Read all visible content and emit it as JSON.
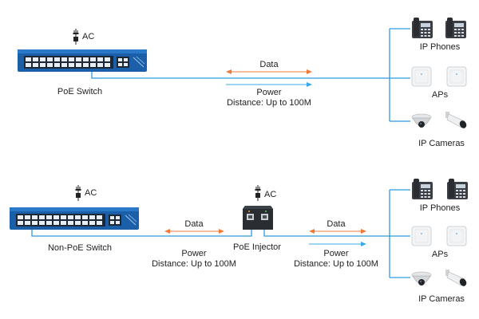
{
  "colors": {
    "line": "#2e9ae0",
    "data_arrow": "#f07a3a",
    "power_arrow": "#3aa8e8",
    "switch_body": "#1a5fa8",
    "switch_dark": "#1d2836"
  },
  "top": {
    "ac_label": "AC",
    "switch_label": "PoE Switch",
    "data_label": "Data",
    "power_label": "Power",
    "distance_label": "Distance: Up to 100M"
  },
  "bottom": {
    "ac_label": "AC",
    "switch_label": "Non-PoE Switch",
    "data_left_label": "Data",
    "power_left_label": "Power",
    "distance_left_label": "Distance: Up to 100M",
    "injector_ac_label": "AC",
    "injector_label": "PoE Injector",
    "data_right_label": "Data",
    "power_right_label": "Power",
    "distance_right_label": "Distance: Up to 100M"
  },
  "devices_top": {
    "phones_label": "IP Phones",
    "aps_label": "APs",
    "cameras_label": "IP Cameras"
  },
  "devices_bottom": {
    "phones_label": "IP Phones",
    "aps_label": "APs",
    "cameras_label": "IP Cameras"
  },
  "icons": [
    "power-plug-icon",
    "ip-phone-icon",
    "access-point-icon",
    "ip-camera-icon",
    "network-switch-icon",
    "poe-injector-icon"
  ]
}
